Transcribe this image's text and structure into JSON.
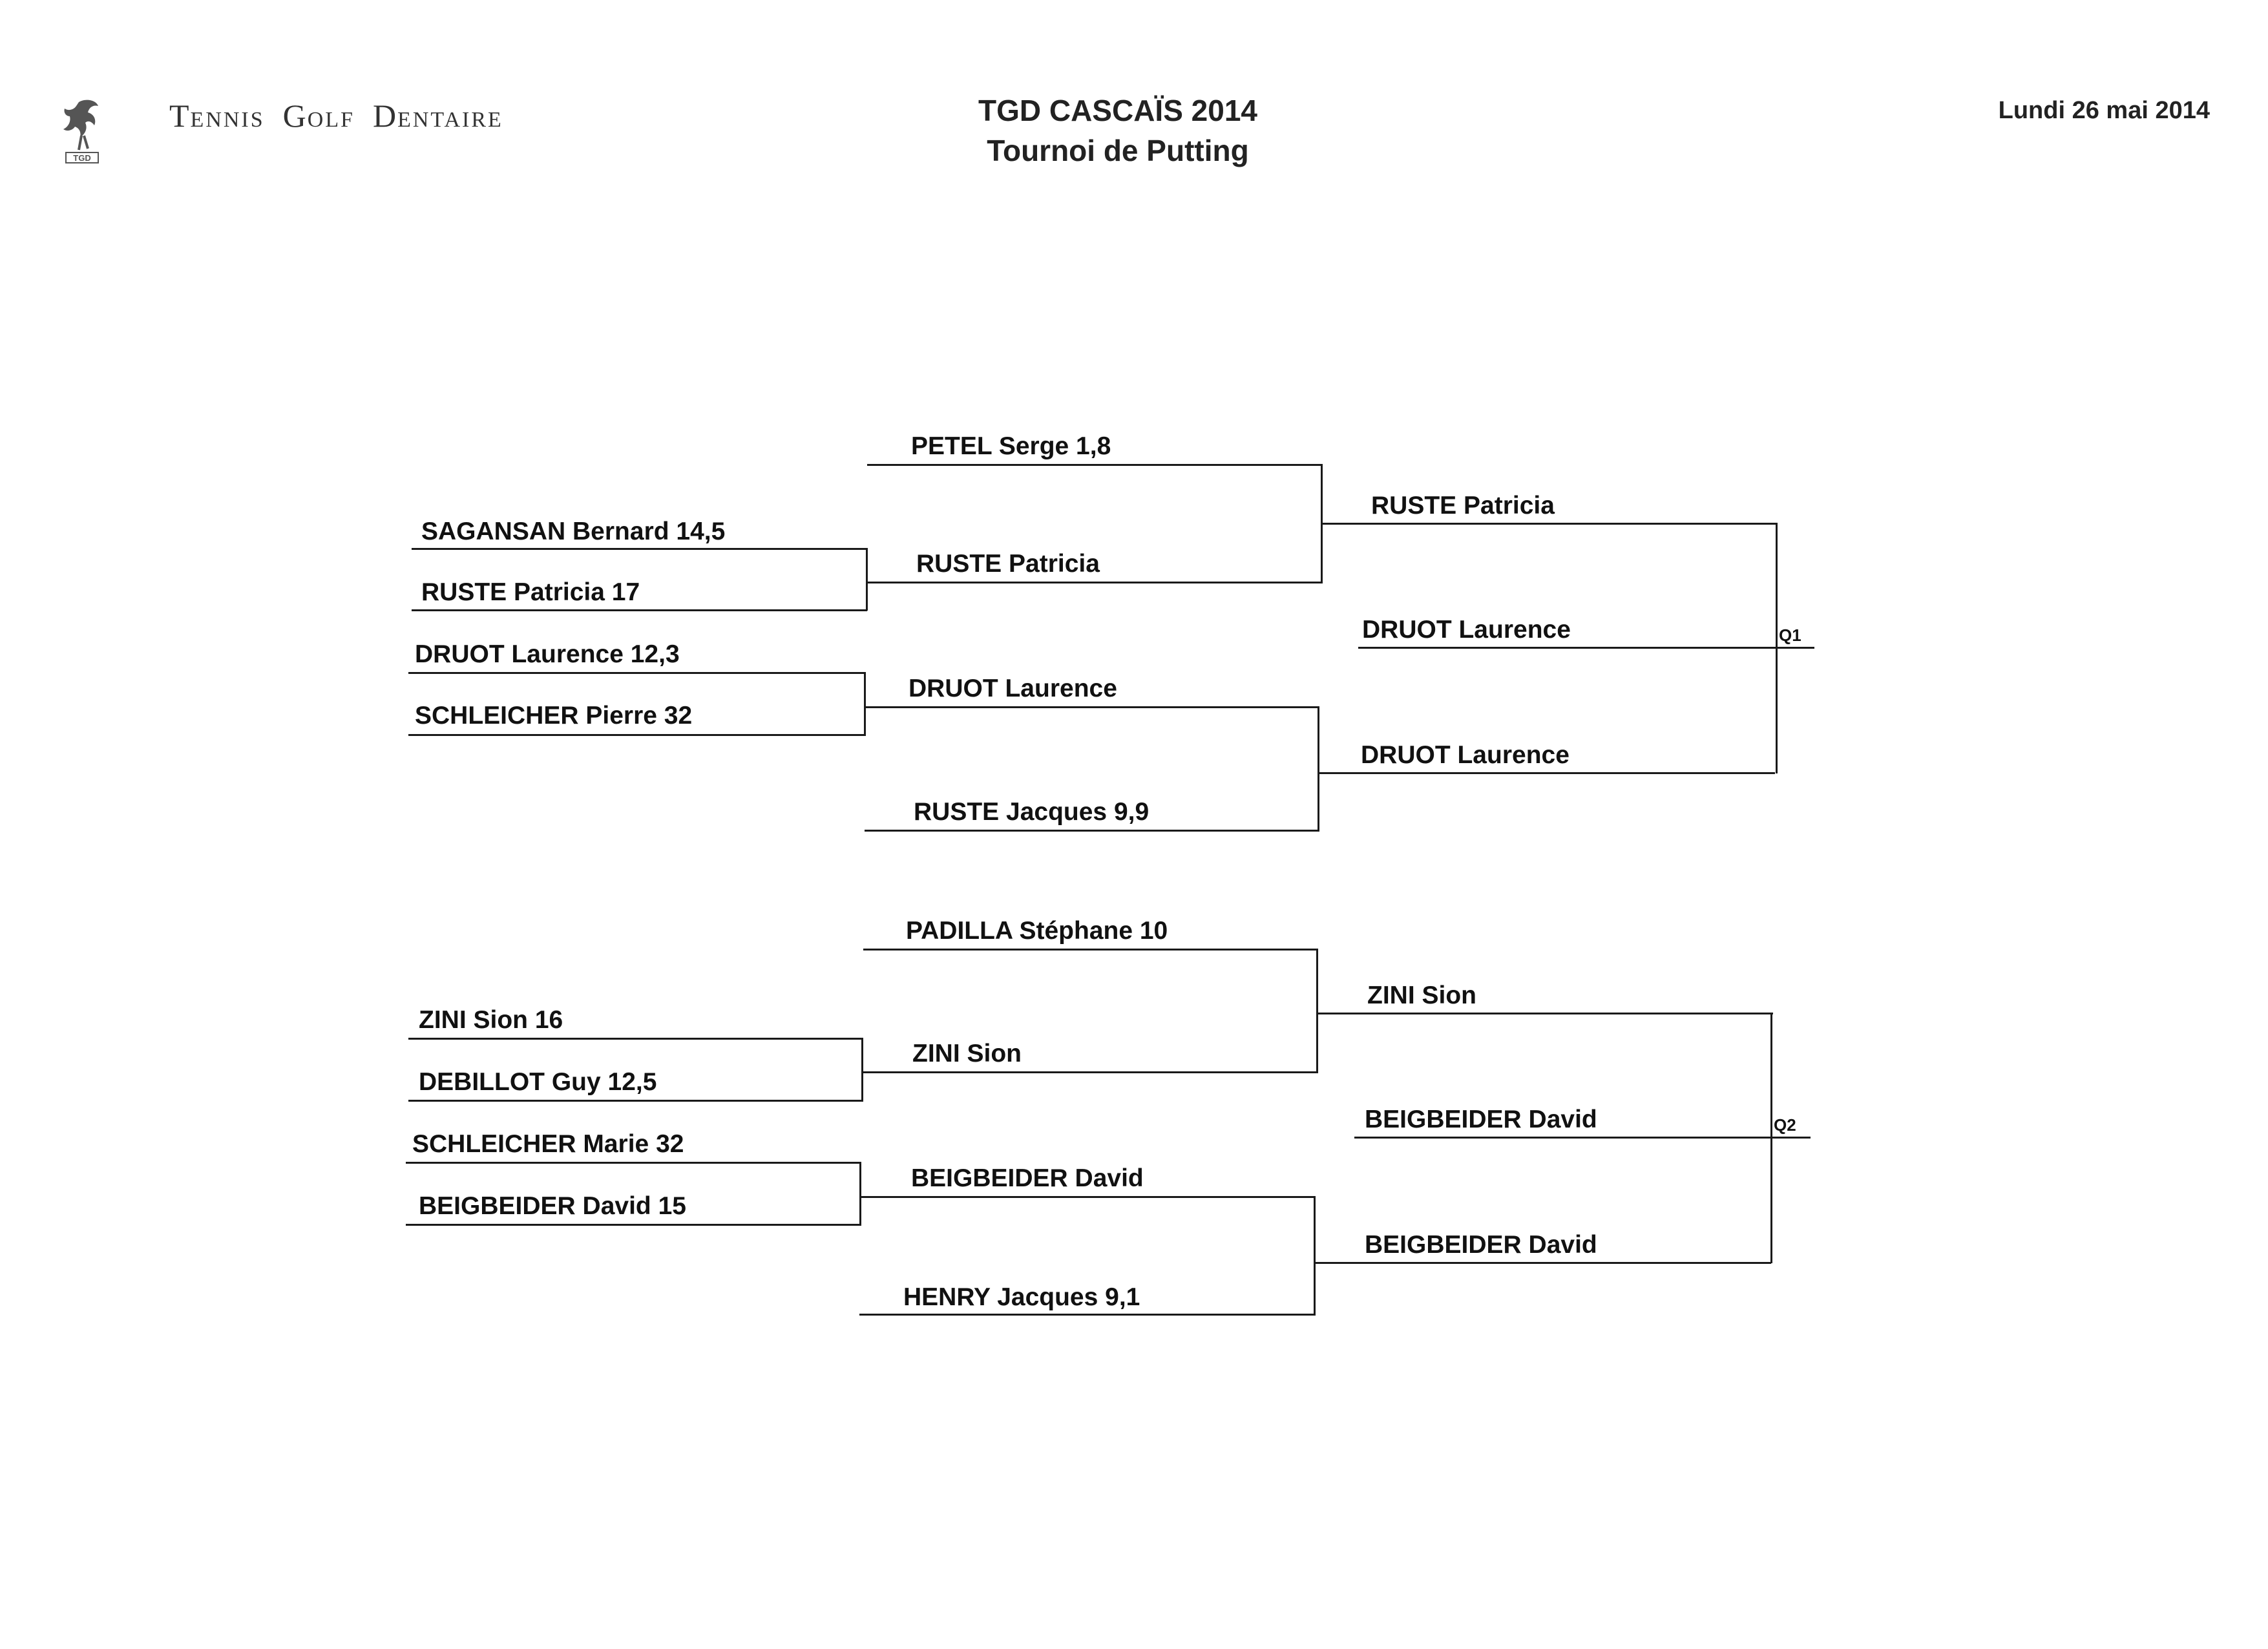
{
  "header": {
    "org_name_parts": [
      "T",
      "ENNIS",
      "G",
      "OLF",
      "D",
      "ENTAIRE"
    ],
    "title_line1": "TGD CASCAÏS 2014",
    "title_line2": "Tournoi de Putting",
    "date": "Lundi 26 mai 2014"
  },
  "bracket": {
    "top": {
      "round1": [
        "SAGANSAN Bernard 14,5",
        "RUSTE Patricia 17",
        "DRUOT Laurence 12,3",
        "SCHLEICHER Pierre 32"
      ],
      "round2": [
        "PETEL Serge 1,8",
        "RUSTE Patricia",
        "DRUOT Laurence",
        "RUSTE Jacques 9,9"
      ],
      "round3": [
        "RUSTE Patricia",
        "DRUOT Laurence",
        "DRUOT Laurence"
      ],
      "qualifier_label": "Q1"
    },
    "bottom": {
      "round1": [
        "ZINI Sion 16",
        "DEBILLOT Guy 12,5",
        "SCHLEICHER Marie 32",
        "BEIGBEIDER David 15"
      ],
      "round2": [
        "PADILLA Stéphane 10",
        "ZINI Sion",
        "BEIGBEIDER David",
        "HENRY Jacques 9,1"
      ],
      "round3": [
        "ZINI Sion",
        "BEIGBEIDER David",
        "BEIGBEIDER David"
      ],
      "qualifier_label": "Q2"
    }
  }
}
